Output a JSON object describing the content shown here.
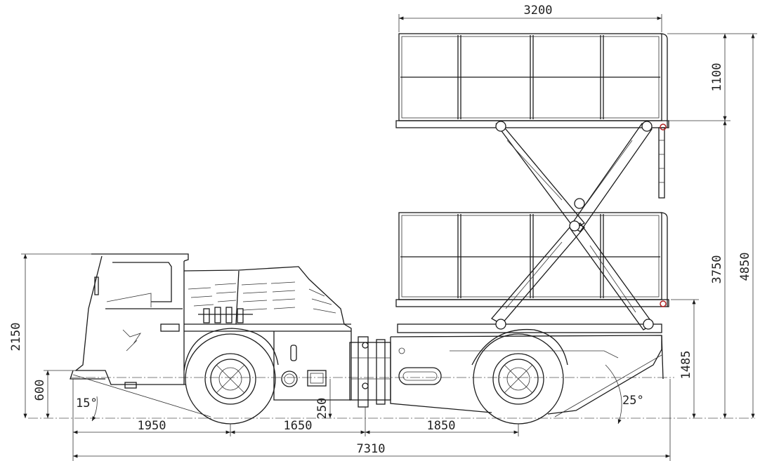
{
  "dimensions": {
    "platform_length": "3200",
    "guardrail_height": "1100",
    "lift_travel": "3750",
    "max_working_height": "4850",
    "platform_floor_height": "1485",
    "cab_height": "2150",
    "front_bumper_height": "600",
    "front_overhang": "1950",
    "axle_span_front": "1650",
    "axle_span_rear": "1850",
    "overall_length": "7310",
    "ground_clearance": "250",
    "approach_angle": "15°",
    "departure_angle": "25°"
  },
  "colors": {
    "line": "#1b1b1b",
    "hinge_marker": "#b02020"
  }
}
